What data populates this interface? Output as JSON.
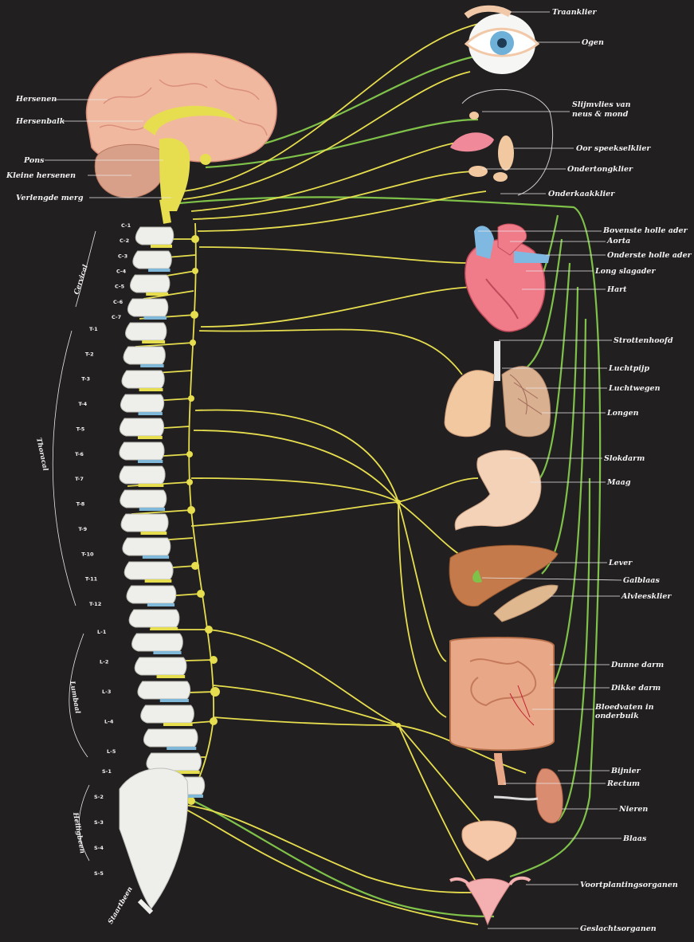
{
  "labels": {
    "brain": {
      "hersenen": "Hersenen",
      "hersenbalk": "Hersenbalk",
      "pons": "Pons",
      "kleine_hersenen": "Kleine hersenen",
      "verlengde_merg": "Verlengde merg"
    },
    "organs": {
      "traanklier": "Traanklier",
      "ogen": "Ogen",
      "slijmvlies": "Slijmvlies van neus & mond",
      "oor_speekselklier": "Oor speekselklier",
      "ondertongklier": "Ondertongklier",
      "onderkaakklier": "Onderkaakklier",
      "bovenste_holle_ader": "Bovenste holle ader",
      "aorta": "Aorta",
      "onderste_holle_ader": "Onderste holle ader",
      "long_slagader": "Long slagader",
      "hart": "Hart",
      "strottenhoofd": "Strottenhoofd",
      "luchtpijp": "Luchtpijp",
      "luchtwegen": "Luchtwegen",
      "longen": "Longen",
      "slokdarm": "Slokdarm",
      "maag": "Maag",
      "lever": "Lever",
      "galblaas": "Galblaas",
      "alvleesklier": "Alvleesklier",
      "dunne_darm": "Dunne darm",
      "dikke_darm": "Dikke darm",
      "bloedvaten_onderbuik": "Bloedvaten in onderbuik",
      "bijnier": "Bijnier",
      "rectum": "Rectum",
      "nieren": "Nieren",
      "blaas": "Blaas",
      "voortplantingsorganen": "Voortplantingsorganen",
      "geslachtsorganen": "Geslachtsorganen"
    },
    "regions": {
      "cervical": "Cervical",
      "thoracal": "Thoracal",
      "lumbaal": "Lumbaal",
      "heiligbeen": "Heiligbeen",
      "staartbeen": "Staartbeen"
    },
    "vertebrae": {
      "cervical": [
        "C-1",
        "C-2",
        "C-3",
        "C-4",
        "C-5",
        "C-6",
        "C-7"
      ],
      "thoracic": [
        "T-1",
        "T-2",
        "T-3",
        "T-4",
        "T-5",
        "T-6",
        "T-7",
        "T-8",
        "T-9",
        "T-10",
        "T-11",
        "T-12"
      ],
      "lumbar": [
        "L-1",
        "L-2",
        "L-3",
        "L-4",
        "L-5"
      ],
      "sacral": [
        "S-1",
        "S-2",
        "S-3",
        "S-4",
        "S-5"
      ]
    }
  },
  "colors": {
    "background": "#221f20",
    "sympathetic_nerve": "#e6de4e",
    "parasympathetic_nerve": "#7fc24a",
    "bone": "#eeeeea",
    "brain": "#f1b8a0"
  }
}
